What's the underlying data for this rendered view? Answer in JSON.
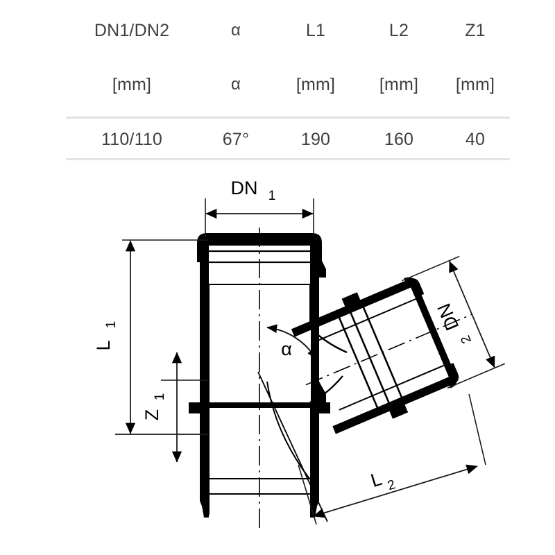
{
  "table": {
    "header_row_1": [
      "DN1/DN2",
      "α",
      "L1",
      "L2",
      "Z1"
    ],
    "header_row_2": [
      "[mm]",
      "α",
      "[mm]",
      "[mm]",
      "[mm]"
    ],
    "data_rows": [
      [
        "110/110",
        "67°",
        "190",
        "160",
        "40"
      ]
    ]
  },
  "drawing": {
    "labels": {
      "dn1_main": "DN",
      "dn1_sub": "1",
      "dn2_main": "DN",
      "dn2_sub": "2",
      "l1_main": "L",
      "l1_sub": "1",
      "l2_main": "L",
      "l2_sub": "2",
      "z1_main": "Z",
      "z1_sub": "1",
      "alpha": "α"
    }
  },
  "colors": {
    "outline": "#000000",
    "dimension_line": "#1a1a1a",
    "background": "#ffffff",
    "table_rule": "#e2e2e2",
    "table_text": "#3f3f3f"
  }
}
